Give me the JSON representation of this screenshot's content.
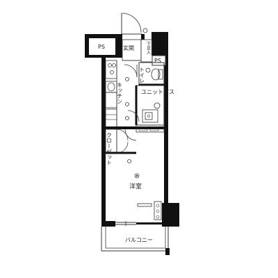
{
  "labels": {
    "ps_top": "PS",
    "ps_right": "PS",
    "entrance": "玄関",
    "shoe_storage": "下足入",
    "toilet": "トイレ",
    "kitchen": "キッチン",
    "unit_bath": "ユニットバス",
    "closet": "クローゼット",
    "western_room": "洋室",
    "balcony": "バルコニー"
  },
  "colors": {
    "wall": "#111111",
    "line": "#333333",
    "background": "#ffffff"
  }
}
